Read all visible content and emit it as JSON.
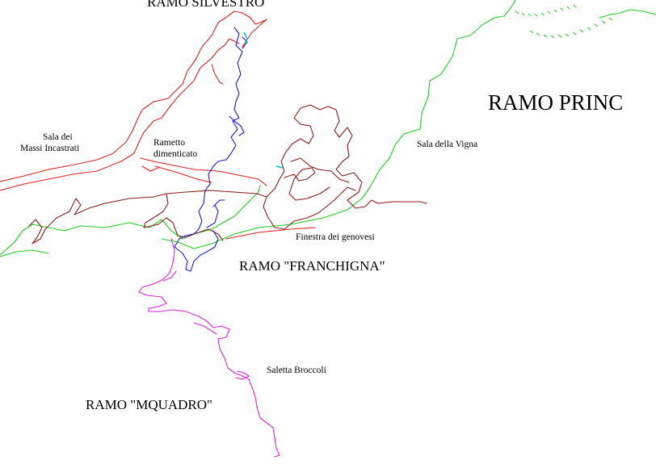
{
  "labels": {
    "ramo_silvestro": "RAMO SILVESTRO",
    "ramo_principale": "RAMO PRINC",
    "sala_massi_line1": "Sala dei",
    "sala_massi_line2": "Massi Incastrati",
    "rametto_line1": "Rametto",
    "rametto_line2": "dimenticato",
    "sala_vigna": "Sala della Vigna",
    "finestra_genovesi": "Finestra dei genovesi",
    "ramo_franchigna": "RAMO \"FRANCHIGNA\"",
    "saletta_broccoli": "Saletta Broccoli",
    "ramo_mquadro": "RAMO \"MQUADRO\""
  },
  "colors": {
    "red_branch": "#e02020",
    "dark_red_branch": "#8b1a1a",
    "blue_branch": "#1a1adc",
    "green_branch": "#22cc22",
    "magenta_branch": "#e020e0",
    "cyan_marker": "#00cccc",
    "hatch": "#44cc44"
  }
}
